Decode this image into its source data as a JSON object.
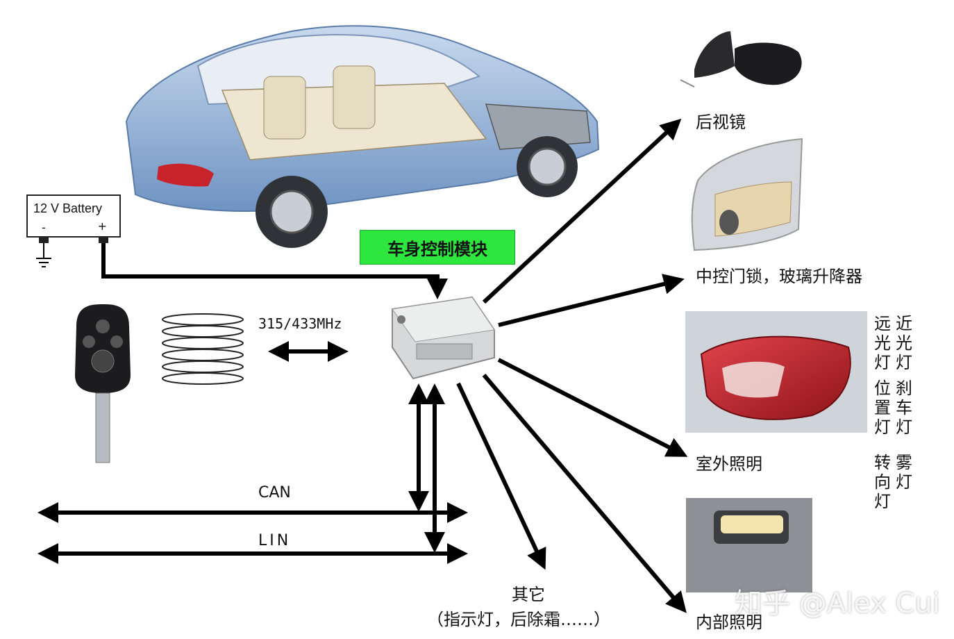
{
  "battery": {
    "title": "12 V Battery",
    "minus": "-",
    "plus": "+"
  },
  "bcm": {
    "label": "车身控制模块"
  },
  "rf": {
    "frequency": "315/433MHz"
  },
  "bus": {
    "can": "CAN",
    "lin": "LIN"
  },
  "outputs": {
    "mirror": "后视镜",
    "door": "中控门锁，玻璃升降器",
    "exterior": "室外照明",
    "interior": "内部照明",
    "other": "其它",
    "other_detail": "（指示灯，后除霜……）"
  },
  "lights": {
    "col1": [
      "远光灯",
      "位置灯",
      "转向灯"
    ],
    "col2": [
      "近光灯",
      "刹车灯",
      "雾灯"
    ]
  },
  "watermark": "知乎 @Alex Cui",
  "colors": {
    "bcm_label_bg": "#2de63e",
    "car_body": "#8fb3dc",
    "taillight": "#c8232b"
  }
}
